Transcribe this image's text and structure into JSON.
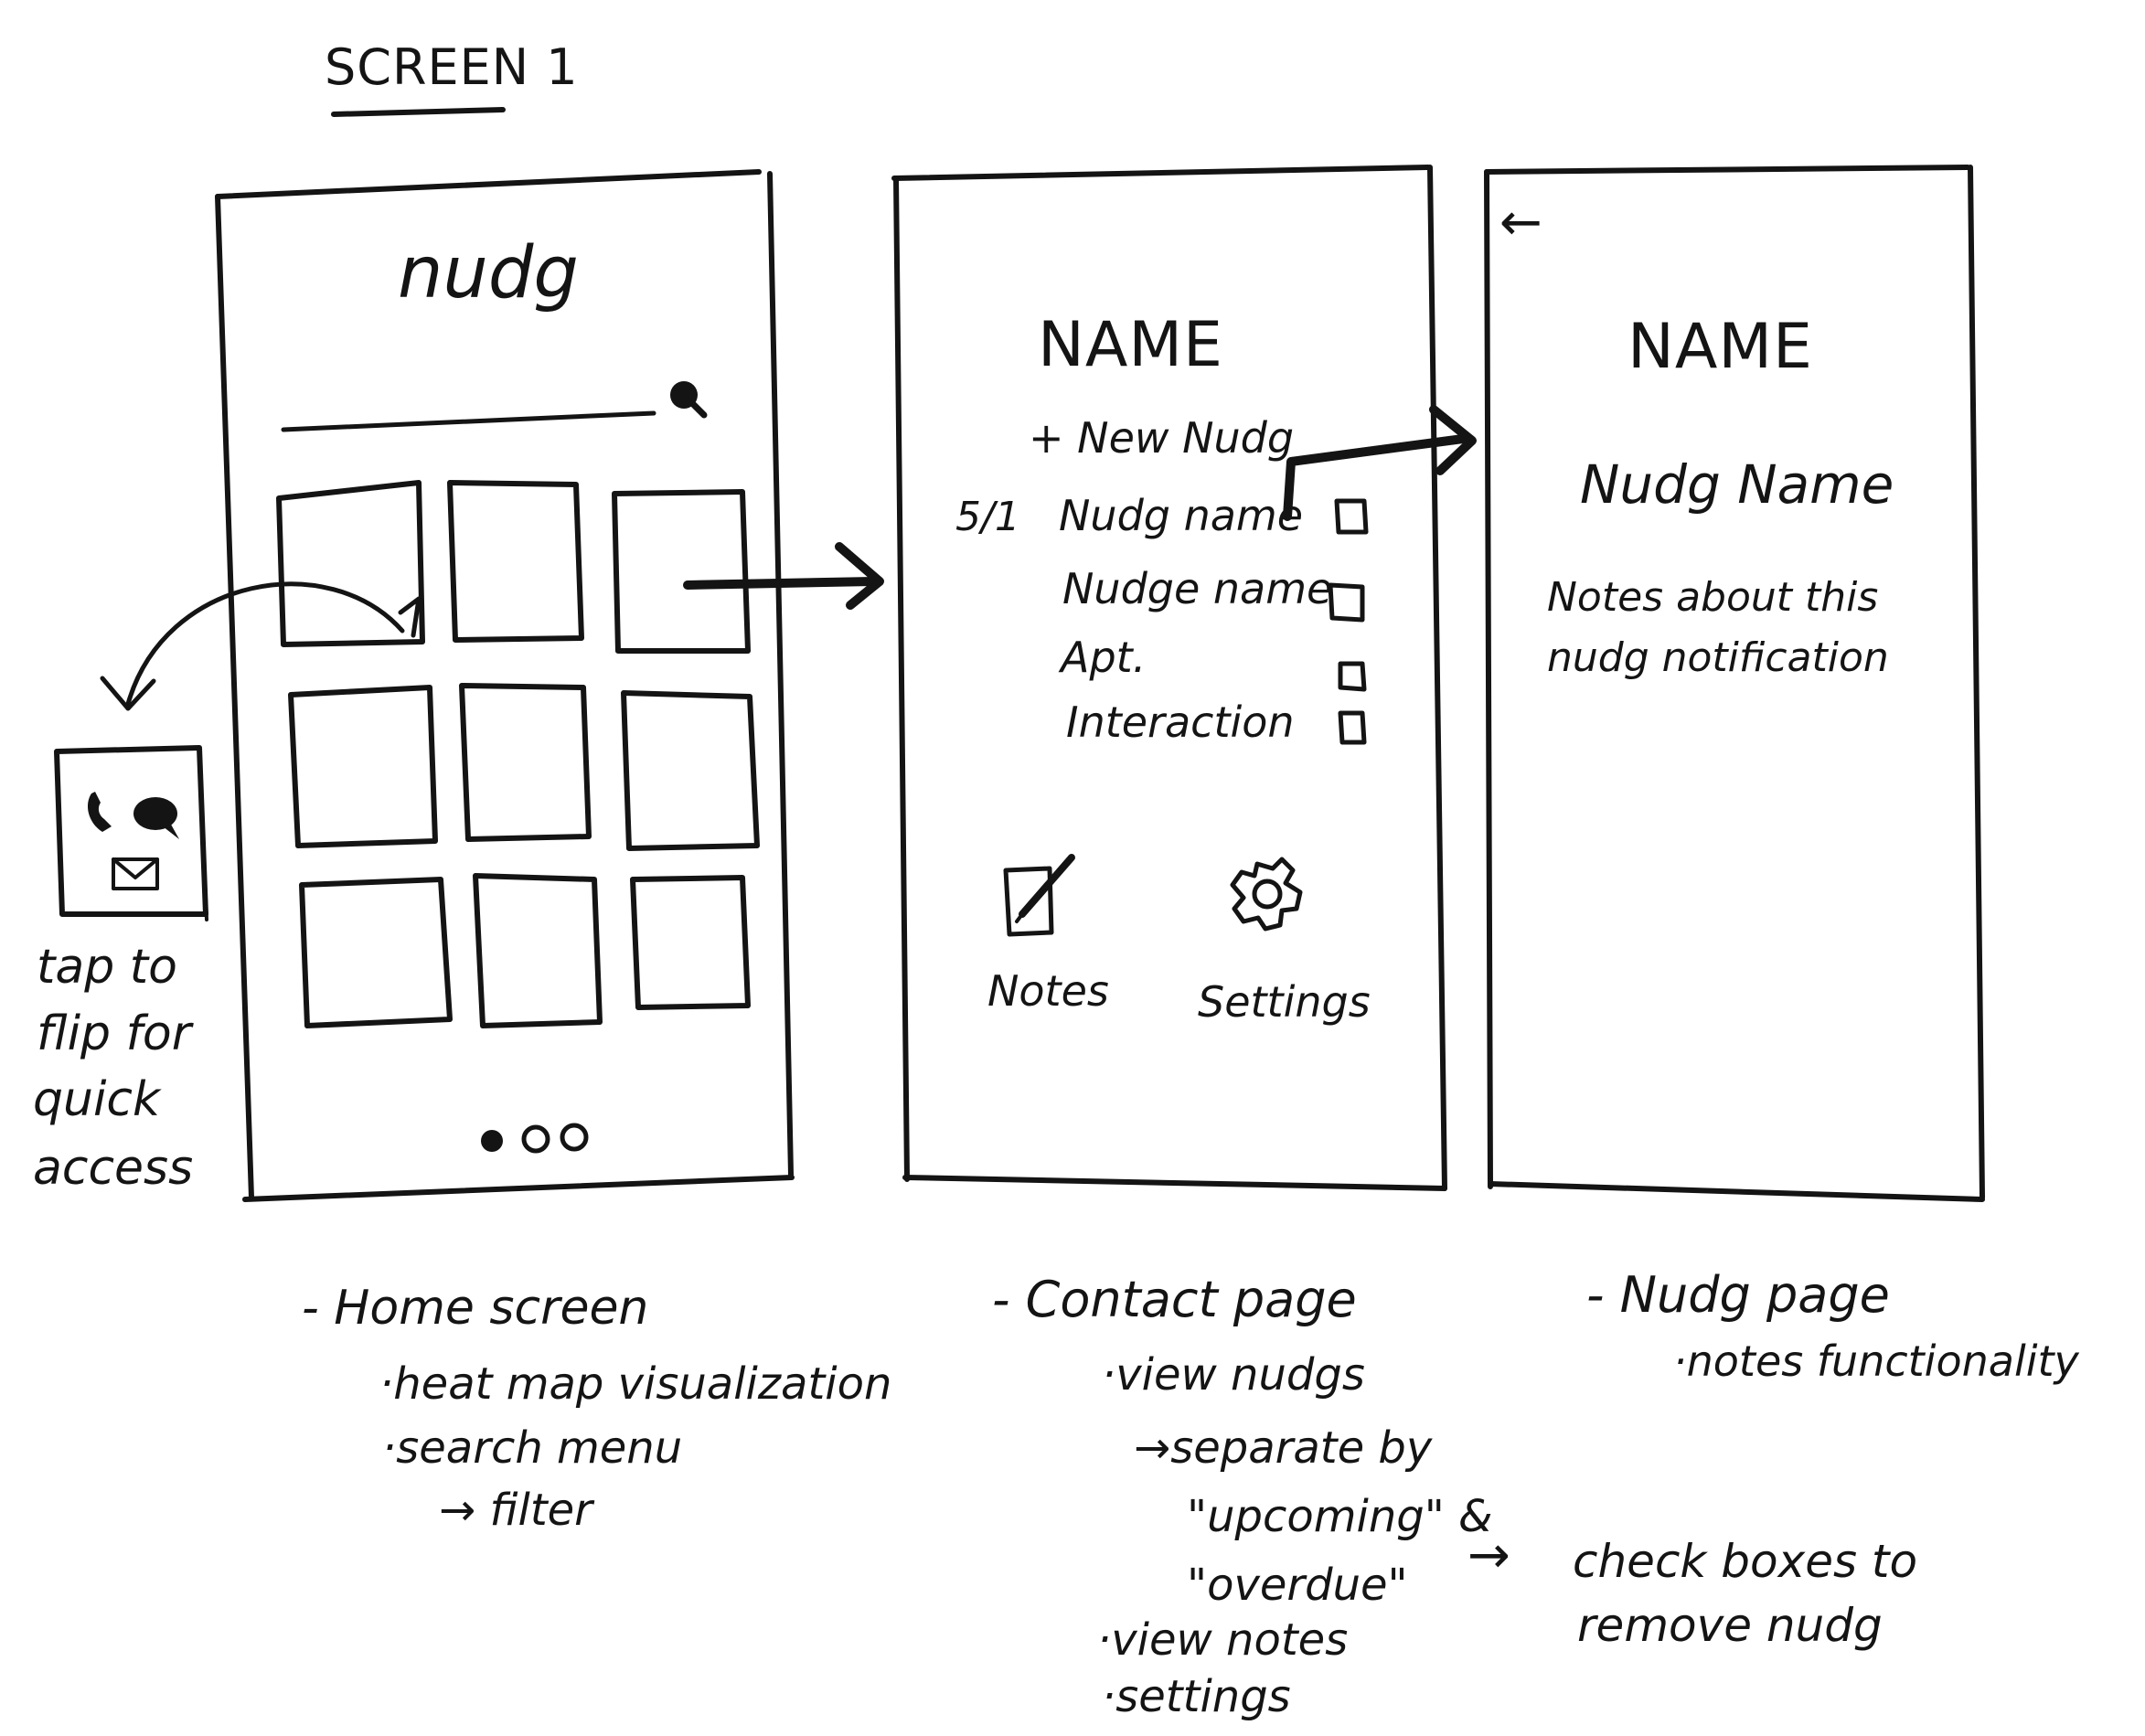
{
  "title": "SCREEN 1",
  "home_screen": {
    "app_name": "nudg",
    "pagination_dots": 3,
    "flip_note": [
      "tap to",
      "flip for",
      "quick",
      "access"
    ]
  },
  "contact_page": {
    "name": "NAME",
    "new_nudg": "+ New Nudg",
    "nudg_date": "5/1",
    "nudg_items": [
      "Nudg name",
      "Nudge name",
      "Apt.",
      "Interaction"
    ],
    "notes_label": "Notes",
    "settings_label": "Settings"
  },
  "nudg_page": {
    "back_arrow": "←",
    "name": "NAME",
    "nudg_name": "Nudg Name",
    "notes_line1": "Notes about this",
    "notes_line2": "nudg notification"
  },
  "annotations": {
    "home": {
      "heading": "- Home screen",
      "bullet1": "·heat map visualization",
      "bullet2": "·search menu",
      "sub1": "→ filter"
    },
    "contact": {
      "heading": "- Contact page",
      "bullet1": "·view nudgs",
      "sub1": "→separate by",
      "sub2": "\"upcoming\" &",
      "sub3": "\"overdue\"",
      "bullet2": "·view notes",
      "bullet3": "·settings",
      "checkbox_arrow": "→",
      "checkbox_note1": "check boxes to",
      "checkbox_note2": "remove nudg"
    },
    "nudg": {
      "heading": "- Nudg page",
      "bullet1": "·notes functionality"
    }
  },
  "colors": {
    "ink": "#141414",
    "paper": "#ffffff"
  }
}
